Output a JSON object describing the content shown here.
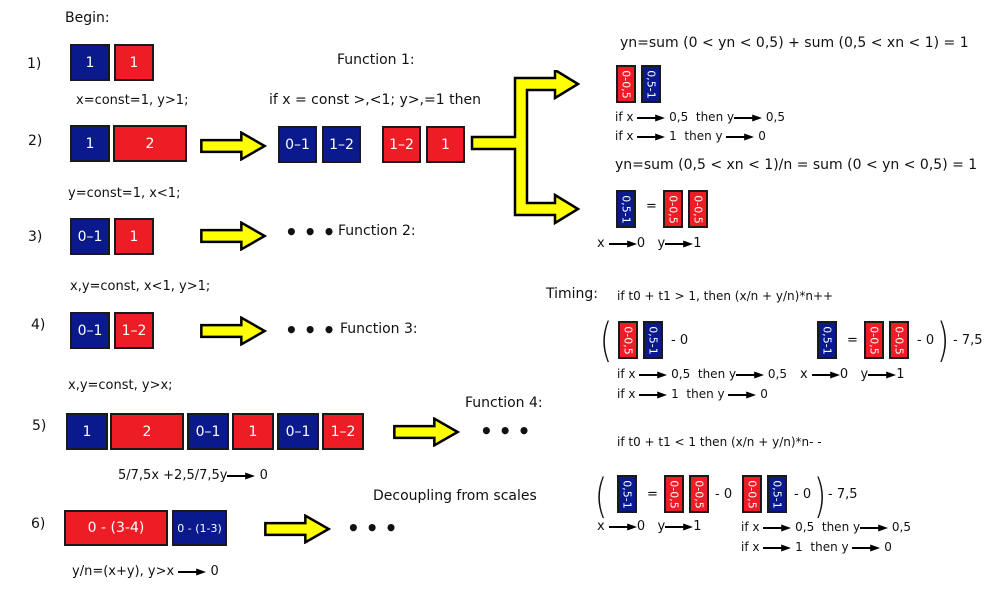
{
  "begin_label": "Begin:",
  "colors": {
    "blue": "#0a1a8c",
    "red": "#ee1c24",
    "arrow_yellow": "#ffff00"
  },
  "rows": [
    {
      "num": "1)",
      "boxes": [
        {
          "color": "blue",
          "label": "1"
        },
        {
          "color": "red",
          "label": "1"
        }
      ]
    },
    {
      "num": "2)",
      "condition": "x=const=1, y>1;",
      "boxes": [
        {
          "color": "blue",
          "label": "1"
        },
        {
          "color": "red",
          "label": "2"
        }
      ]
    },
    {
      "num": "3)",
      "condition": "y=const=1, x<1;",
      "boxes": [
        {
          "color": "blue",
          "label": "0–1"
        },
        {
          "color": "red",
          "label": "1"
        }
      ],
      "result": "Function 2:"
    },
    {
      "num": "4)",
      "condition": "x,y=const, x<1, y>1;",
      "boxes": [
        {
          "color": "blue",
          "label": "0–1"
        },
        {
          "color": "red",
          "label": "1–2"
        }
      ],
      "result": "Function 3:"
    },
    {
      "num": "5)",
      "condition": "x,y=const, y>x;",
      "boxes": [
        {
          "color": "blue",
          "label": "1"
        },
        {
          "color": "red",
          "label": "2"
        },
        {
          "color": "blue",
          "label": "0–1"
        },
        {
          "color": "red",
          "label": "1"
        },
        {
          "color": "blue",
          "label": "0–1"
        },
        {
          "color": "red",
          "label": "1–2"
        }
      ],
      "result": "Function 4:",
      "note": "5/7,5x +2,5/7,5y",
      "note_target": "0"
    },
    {
      "num": "6)",
      "boxes": [
        {
          "color": "red",
          "label": "0 - (3-4)"
        },
        {
          "color": "blue",
          "label": "0 - (1-3)"
        }
      ],
      "result": "Decoupling from scales",
      "note": "y/n=(x+y), y>x",
      "note_target": "0"
    }
  ],
  "function1": {
    "title": "Function 1:",
    "condition": "if x = const >,<1; y>,=1 then",
    "boxes": [
      {
        "color": "blue",
        "label": "0–1"
      },
      {
        "color": "blue",
        "label": "1–2"
      },
      {
        "color": "red",
        "label": "1–2"
      },
      {
        "color": "red",
        "label": "1"
      }
    ]
  },
  "branch_top": {
    "formula": "yn=sum (0 < yn < 0,5) + sum (0,5 < xn < 1) = 1",
    "boxes": [
      {
        "color": "red",
        "label": "0-0,5"
      },
      {
        "color": "blue",
        "label": "0,5-1"
      }
    ],
    "rule1": {
      "if": "if x",
      "xv": "0,5",
      "then": "then y",
      "yv": "0,5"
    },
    "rule2": {
      "if": "if x",
      "xv": "1",
      "then": "then y",
      "yv": "0"
    }
  },
  "branch_bottom": {
    "formula": "yn=sum (0,5 < xn < 1)/n = sum (0 < yn < 0,5) = 1",
    "left_box": {
      "color": "blue",
      "label": "0,5-1"
    },
    "eq": "=",
    "right_boxes": [
      {
        "color": "red",
        "label": "0-0,5"
      },
      {
        "color": "red",
        "label": "0-0,5"
      }
    ],
    "limit": {
      "x": "x",
      "xv": "0",
      "y": "y",
      "yv": "1"
    }
  },
  "timing": {
    "label": "Timing:",
    "cond_plus": "if t0 + t1 > 1, then (x/n + y/n)*n++",
    "cond_minus": "if t0 + t1 < 1 then (x/n + y/n)*n- -",
    "minus0": "- 0",
    "eq": "=",
    "tail": "- 7,5",
    "box_a": "0-0,5",
    "box_b": "0,5-1",
    "rule1": {
      "if": "if x",
      "xv": "0,5",
      "then": "then y",
      "yv": "0,5"
    },
    "rule2": {
      "if": "if x",
      "xv": "1",
      "then": "then y",
      "yv": "0"
    },
    "limit": {
      "x": "x",
      "xv": "0",
      "y": "y",
      "yv": "1"
    }
  },
  "ellipsis": "•••"
}
